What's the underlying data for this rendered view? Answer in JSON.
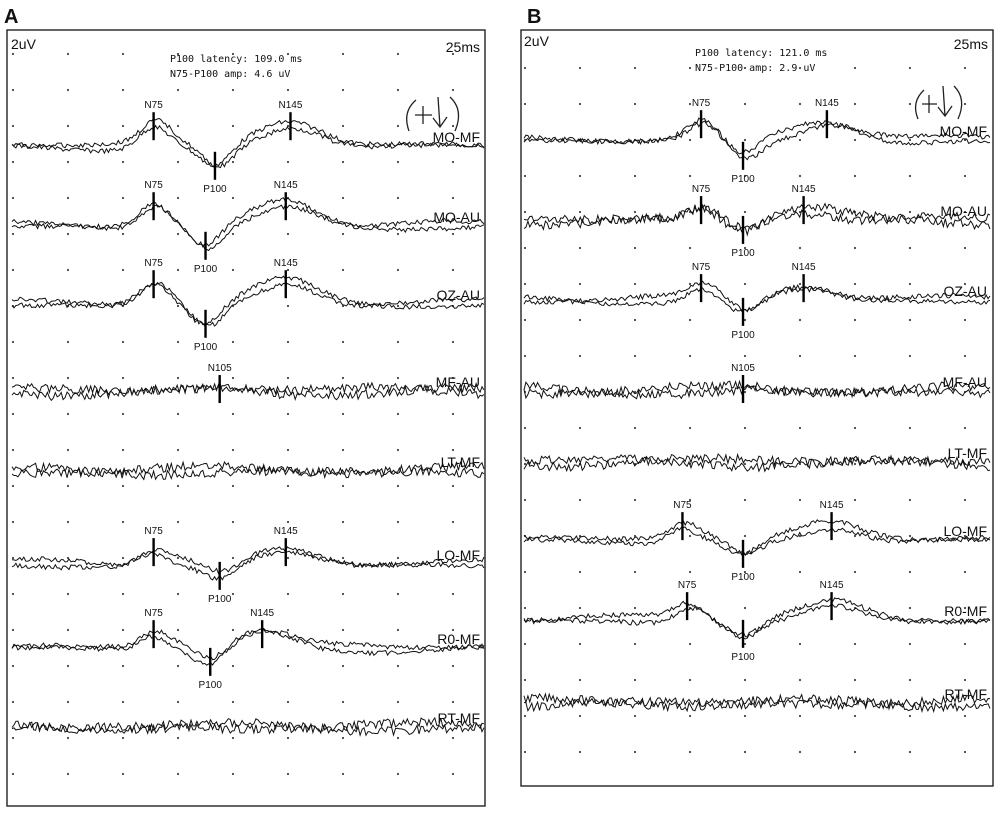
{
  "chart_data": [
    {
      "type": "line",
      "panel": "A",
      "scale_amplitude": "2uV",
      "scale_time": "25ms",
      "summary": [
        "P100 latency: 109.0 ms",
        "N75-P100 amp: 4.6 uV"
      ],
      "annotation": "(+↓)",
      "channels": [
        {
          "name": "MO-MF",
          "peaks": [
            {
              "label": "N75",
              "type": "neg",
              "t": 0.3
            },
            {
              "label": "P100",
              "type": "pos",
              "t": 0.43
            },
            {
              "label": "N145",
              "type": "neg",
              "t": 0.59
            }
          ],
          "mod": 1.0,
          "seed": 11
        },
        {
          "name": "MO-AU",
          "peaks": [
            {
              "label": "N75",
              "type": "neg",
              "t": 0.3
            },
            {
              "label": "P100",
              "type": "pos",
              "t": 0.41
            },
            {
              "label": "N145",
              "type": "neg",
              "t": 0.58
            }
          ],
          "mod": 1.0,
          "seed": 23
        },
        {
          "name": "OZ-AU",
          "peaks": [
            {
              "label": "N75",
              "type": "neg",
              "t": 0.3
            },
            {
              "label": "P100",
              "type": "pos",
              "t": 0.41
            },
            {
              "label": "N145",
              "type": "neg",
              "t": 0.58
            }
          ],
          "mod": 1.0,
          "seed": 37
        },
        {
          "name": "MF-AU",
          "peaks": [
            {
              "label": "N105",
              "type": "neg",
              "t": 0.44
            }
          ],
          "mod": 0.1,
          "seed": 41
        },
        {
          "name": "LT-MF",
          "peaks": [],
          "mod": 0.1,
          "seed": 53
        },
        {
          "name": "LO-MF",
          "peaks": [
            {
              "label": "N75",
              "type": "neg",
              "t": 0.3
            },
            {
              "label": "P100",
              "type": "pos",
              "t": 0.44
            },
            {
              "label": "N145",
              "type": "neg",
              "t": 0.58
            }
          ],
          "mod": 0.6,
          "seed": 67
        },
        {
          "name": "R0-MF",
          "peaks": [
            {
              "label": "N75",
              "type": "neg",
              "t": 0.3
            },
            {
              "label": "P100",
              "type": "pos",
              "t": 0.42
            },
            {
              "label": "N145",
              "type": "neg",
              "t": 0.53
            }
          ],
          "mod": 0.7,
          "seed": 79
        },
        {
          "name": "RT-MF",
          "peaks": [],
          "mod": 0.1,
          "seed": 83
        }
      ]
    },
    {
      "type": "line",
      "panel": "B",
      "scale_amplitude": "2uV",
      "scale_time": "25ms",
      "summary": [
        "P100 latency: 121.0 ms",
        "N75-P100 amp: 2.9 uV"
      ],
      "annotation": "(+↓)",
      "channels": [
        {
          "name": "MO-MF",
          "peaks": [
            {
              "label": "N75",
              "type": "neg",
              "t": 0.38
            },
            {
              "label": "P100",
              "type": "pos",
              "t": 0.47
            },
            {
              "label": "N145",
              "type": "neg",
              "t": 0.65
            }
          ],
          "mod": 0.8,
          "seed": 97
        },
        {
          "name": "MO-AU",
          "peaks": [
            {
              "label": "N75",
              "type": "neg",
              "t": 0.38
            },
            {
              "label": "P100",
              "type": "pos",
              "t": 0.47
            },
            {
              "label": "N145",
              "type": "neg",
              "t": 0.6
            }
          ],
          "mod": 0.5,
          "seed": 101
        },
        {
          "name": "OZ-AU",
          "peaks": [
            {
              "label": "N75",
              "type": "neg",
              "t": 0.38
            },
            {
              "label": "P100",
              "type": "pos",
              "t": 0.47
            },
            {
              "label": "N145",
              "type": "neg",
              "t": 0.6
            }
          ],
          "mod": 0.6,
          "seed": 113
        },
        {
          "name": "MF-AU",
          "peaks": [
            {
              "label": "N105",
              "type": "neg",
              "t": 0.47
            }
          ],
          "mod": 0.1,
          "seed": 127
        },
        {
          "name": "LT-MF",
          "peaks": [],
          "mod": 0.1,
          "seed": 131
        },
        {
          "name": "LO-MF",
          "peaks": [
            {
              "label": "N75",
              "type": "neg",
              "t": 0.34
            },
            {
              "label": "P100",
              "type": "pos",
              "t": 0.47
            },
            {
              "label": "N145",
              "type": "neg",
              "t": 0.66
            }
          ],
          "mod": 0.7,
          "seed": 139
        },
        {
          "name": "R0-MF",
          "peaks": [
            {
              "label": "N75",
              "type": "neg",
              "t": 0.35
            },
            {
              "label": "P100",
              "type": "pos",
              "t": 0.47
            },
            {
              "label": "N145",
              "type": "neg",
              "t": 0.66
            }
          ],
          "mod": 0.7,
          "seed": 149
        },
        {
          "name": "RT-MF",
          "peaks": [],
          "mod": 0.1,
          "seed": 151
        }
      ]
    }
  ]
}
